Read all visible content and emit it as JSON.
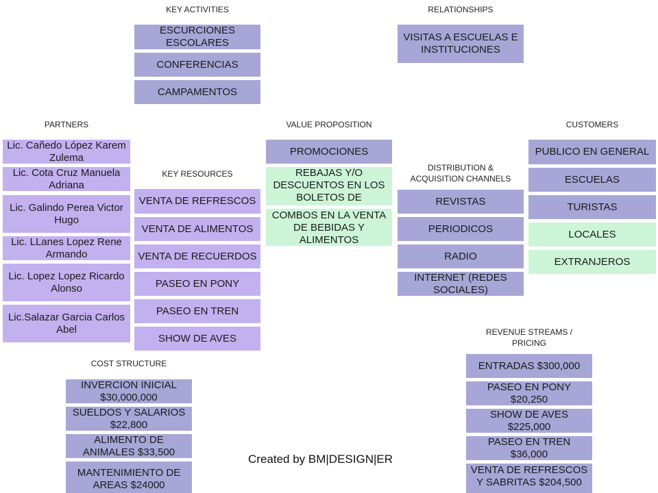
{
  "colors": {
    "slate": "#a7a6d7",
    "lilac": "#c3b0ef",
    "mint": "#ccf5d8"
  },
  "key_activities": {
    "title": "KEY ACTIVITIES",
    "items": [
      "ESCURCIONES ESCOLARES",
      "CONFERENCIAS",
      "CAMPAMENTOS"
    ]
  },
  "relationships": {
    "title": "RELATIONSHIPS",
    "items": [
      "VISITAS A ESCUELAS E INSTITUCIONES"
    ]
  },
  "partners": {
    "title": "PARTNERS",
    "items": [
      "Lic. Cañedo López Karem Zulema",
      "Lic. Cota Cruz Manuela Adriana",
      "Lic. Galindo  Perea Victor Hugo",
      "Lic. LLanes Lopez Rene Armando",
      "Lic. Lopez Lopez Ricardo Alonso",
      "Lic.Salazar Garcia Carlos Abel"
    ]
  },
  "value_proposition": {
    "title": "VALUE PROPOSITION",
    "items": [
      "PROMOCIONES",
      "REBAJAS Y/O DESCUENTOS EN LOS BOLETOS DE ENTRADAS",
      "COMBOS  EN LA VENTA DE BEBIDAS Y ALIMENTOS"
    ]
  },
  "customers": {
    "title": "CUSTOMERS",
    "items": [
      "PUBLICO EN GENERAL",
      "ESCUELAS",
      "TURISTAS",
      "LOCALES",
      "EXTRANJEROS"
    ]
  },
  "key_resources": {
    "title": "KEY RESOURCES",
    "items": [
      "VENTA DE REFRESCOS",
      "VENTA DE ALIMENTOS",
      "VENTA DE RECUERDOS",
      "PASEO EN PONY",
      "PASEO EN TREN",
      "SHOW DE AVES"
    ]
  },
  "channels": {
    "title": "DISTRIBUTION  &  ACQUISITION  CHANNELS",
    "items": [
      "REVISTAS",
      "PERIODICOS",
      "RADIO",
      "INTERNET (REDES SOCIALES)"
    ]
  },
  "cost_structure": {
    "title": "COST  STRUCTURE",
    "items": [
      "INVERCION INICIAL $30,000,000",
      "SUELDOS Y SALARIOS  $22,800",
      "ALIMENTO DE ANIMALES  $33,500",
      "MANTENIMIENTO DE AREAS   $24000"
    ]
  },
  "revenue_streams": {
    "title": "REVENUE  STREAMS  /  PRICING",
    "items": [
      "ENTRADAS $300,000",
      "PASEO EN PONY $20,250",
      "SHOW DE AVES $225,000",
      "PASEO EN TREN $36,000",
      "VENTA DE REFRESCOS Y SABRITAS $204,500"
    ]
  },
  "credit": "Created by BM|DESIGN|ER"
}
